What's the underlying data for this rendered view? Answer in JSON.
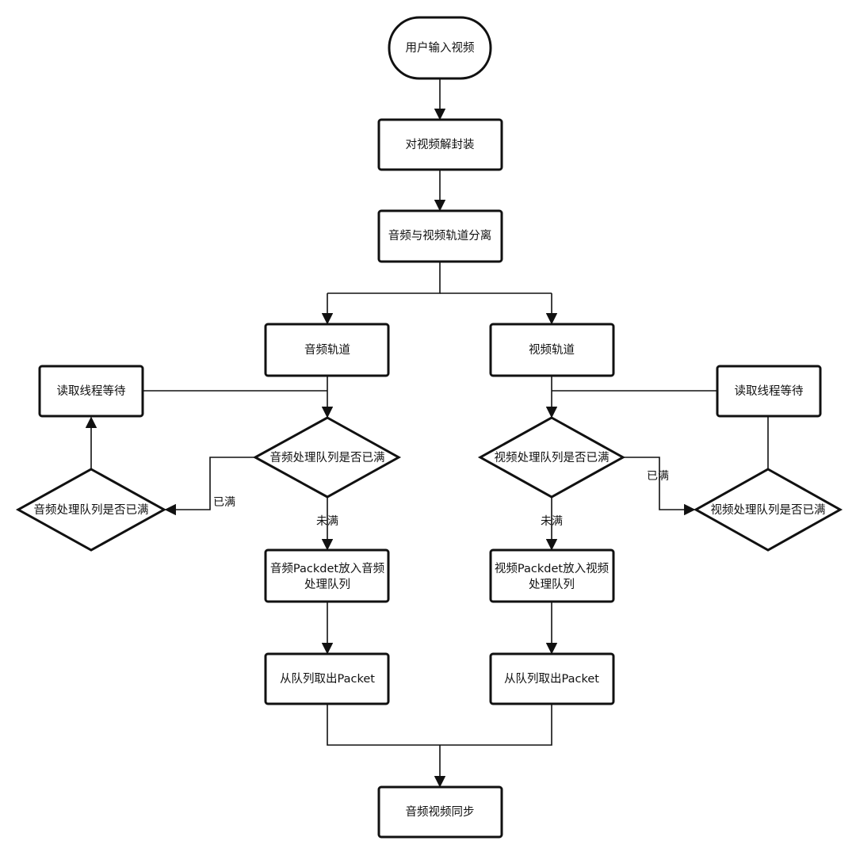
{
  "diagram": {
    "nodes": {
      "start": "用户输入视频",
      "demux": "对视频解封装",
      "split": "音频与视频轨道分离",
      "audio_track": "音频轨道",
      "video_track": "视频轨道",
      "audio_wait": "读取线程等待",
      "video_wait": "读取线程等待",
      "audio_check": "音频处理队列是否已满",
      "video_check": "视频处理队列是否已满",
      "audio_check_side": "音频处理队列是否已满",
      "video_check_side": "视频处理队列是否已满",
      "audio_enqueue_line1": "音频Packdet放入音频",
      "audio_enqueue_line2": "处理队列",
      "video_enqueue_line1": "视频Packdet放入视频",
      "video_enqueue_line2": "处理队列",
      "audio_dequeue": "从队列取出Packet",
      "video_dequeue": "从队列取出Packet",
      "sync": "音频视频同步"
    },
    "edge_labels": {
      "audio_full": "已满",
      "audio_not_full": "未满",
      "video_full": "已满",
      "video_not_full": "未满"
    }
  }
}
